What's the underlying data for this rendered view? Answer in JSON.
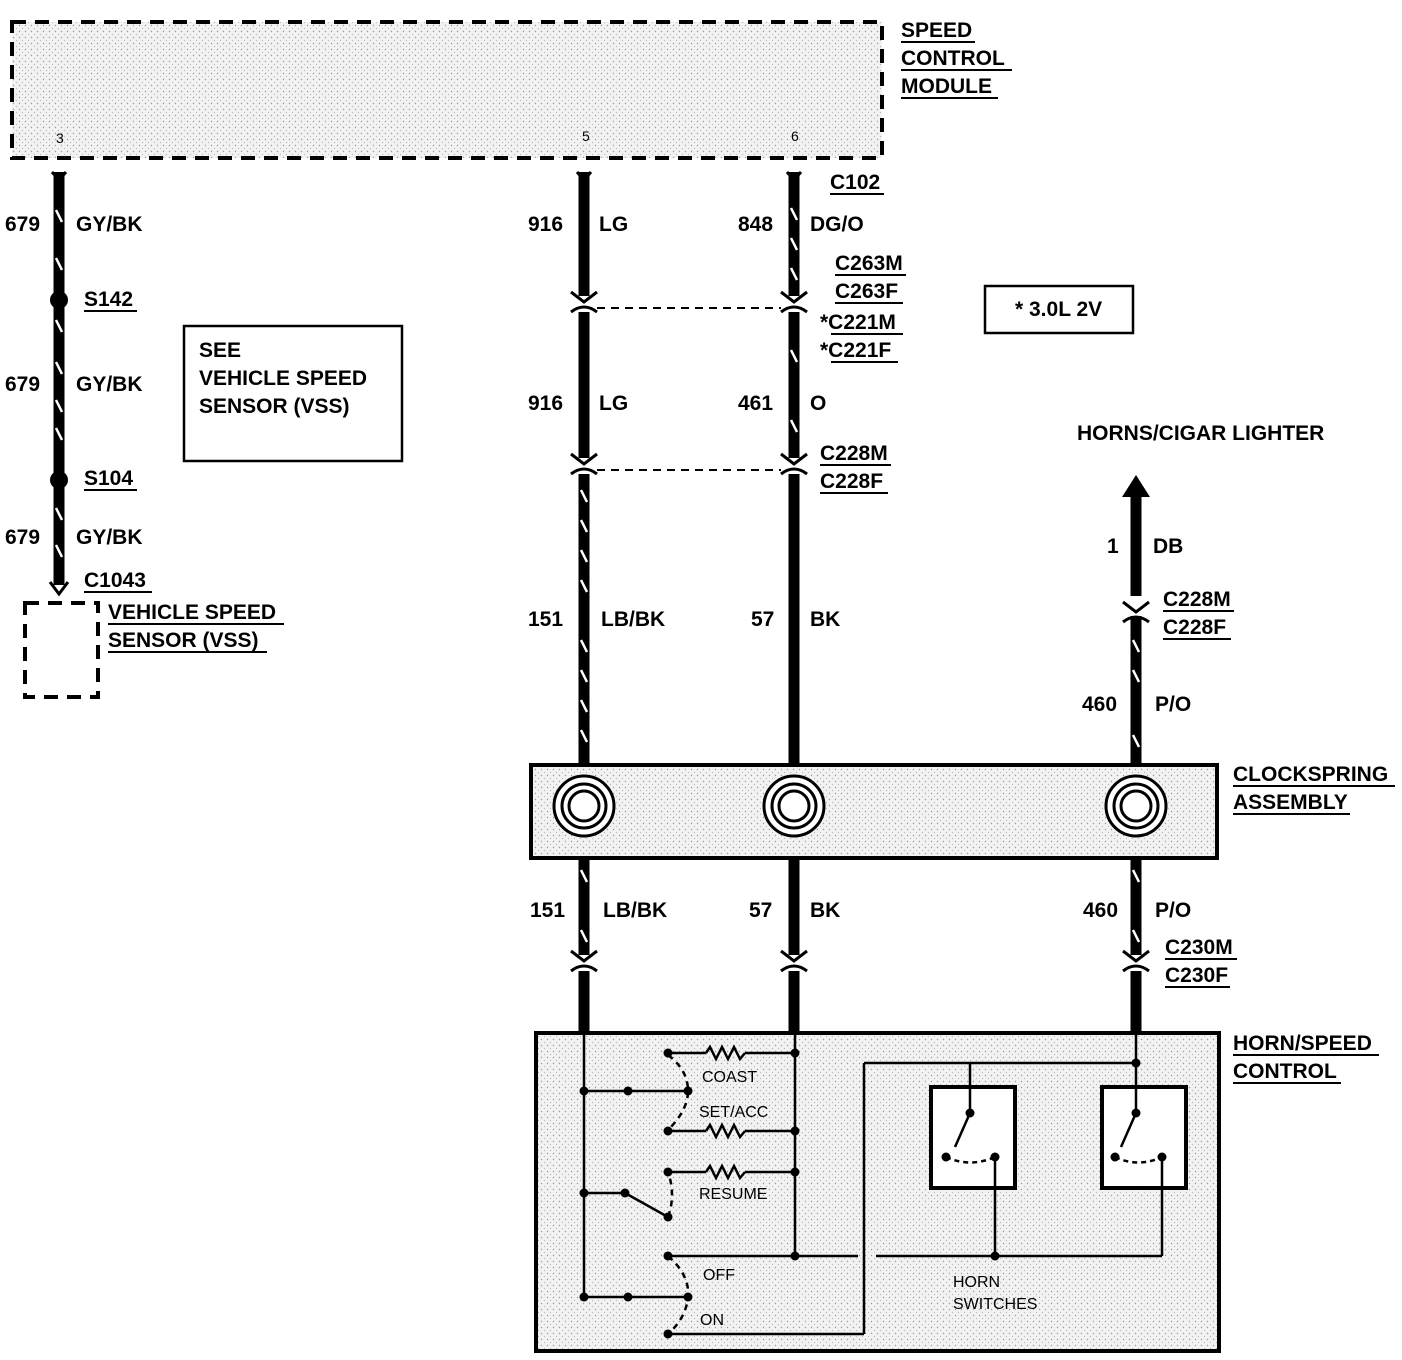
{
  "modules": {
    "speed_control": [
      "SPEED",
      "CONTROL",
      "MODULE"
    ],
    "clockspring": [
      "CLOCKSPRING",
      "ASSEMBLY"
    ],
    "horn_speed": [
      "HORN/SPEED",
      "CONTROL"
    ],
    "vss": [
      "VEHICLE SPEED",
      "SENSOR (VSS)"
    ]
  },
  "pins": {
    "p3": "3",
    "p5": "5",
    "p6": "6"
  },
  "see_note": [
    "SEE",
    "VEHICLE SPEED",
    "SENSOR (VSS)"
  ],
  "engine_note": "*  3.0L 2V",
  "horns_label": "HORNS/CIGAR LIGHTER",
  "splices": {
    "s142": "S142",
    "s104": "S104"
  },
  "connectors": {
    "c102": "C102",
    "c1043": "C1043",
    "c263m": "C263M",
    "c263f": "C263F",
    "c221m": "*C221M",
    "c221f": "*C221F",
    "c228m_a": "C228M",
    "c228f_a": "C228F",
    "c228m_b": "C228M",
    "c228f_b": "C228F",
    "c230m": "C230M",
    "c230f": "C230F"
  },
  "wires": {
    "vss_1": {
      "circuit": "679",
      "color": "GY/BK"
    },
    "vss_2": {
      "circuit": "679",
      "color": "GY/BK"
    },
    "vss_3": {
      "circuit": "679",
      "color": "GY/BK"
    },
    "lg_1": {
      "circuit": "916",
      "color": "LG"
    },
    "dgo_1": {
      "circuit": "848",
      "color": "DG/O"
    },
    "lg_2": {
      "circuit": "916",
      "color": "LG"
    },
    "o_2": {
      "circuit": "461",
      "color": "O"
    },
    "lbbk_3": {
      "circuit": "151",
      "color": "LB/BK"
    },
    "bk_3": {
      "circuit": "57",
      "color": "BK"
    },
    "db_1": {
      "circuit": "1",
      "color": "DB"
    },
    "po_1": {
      "circuit": "460",
      "color": "P/O"
    },
    "lbbk_4": {
      "circuit": "151",
      "color": "LB/BK"
    },
    "bk_4": {
      "circuit": "57",
      "color": "BK"
    },
    "po_2": {
      "circuit": "460",
      "color": "P/O"
    }
  },
  "switches": {
    "coast": "COAST",
    "set_acc": "SET/ACC",
    "resume": "RESUME",
    "off": "OFF",
    "on": "ON",
    "horn": [
      "HORN",
      "SWITCHES"
    ]
  }
}
